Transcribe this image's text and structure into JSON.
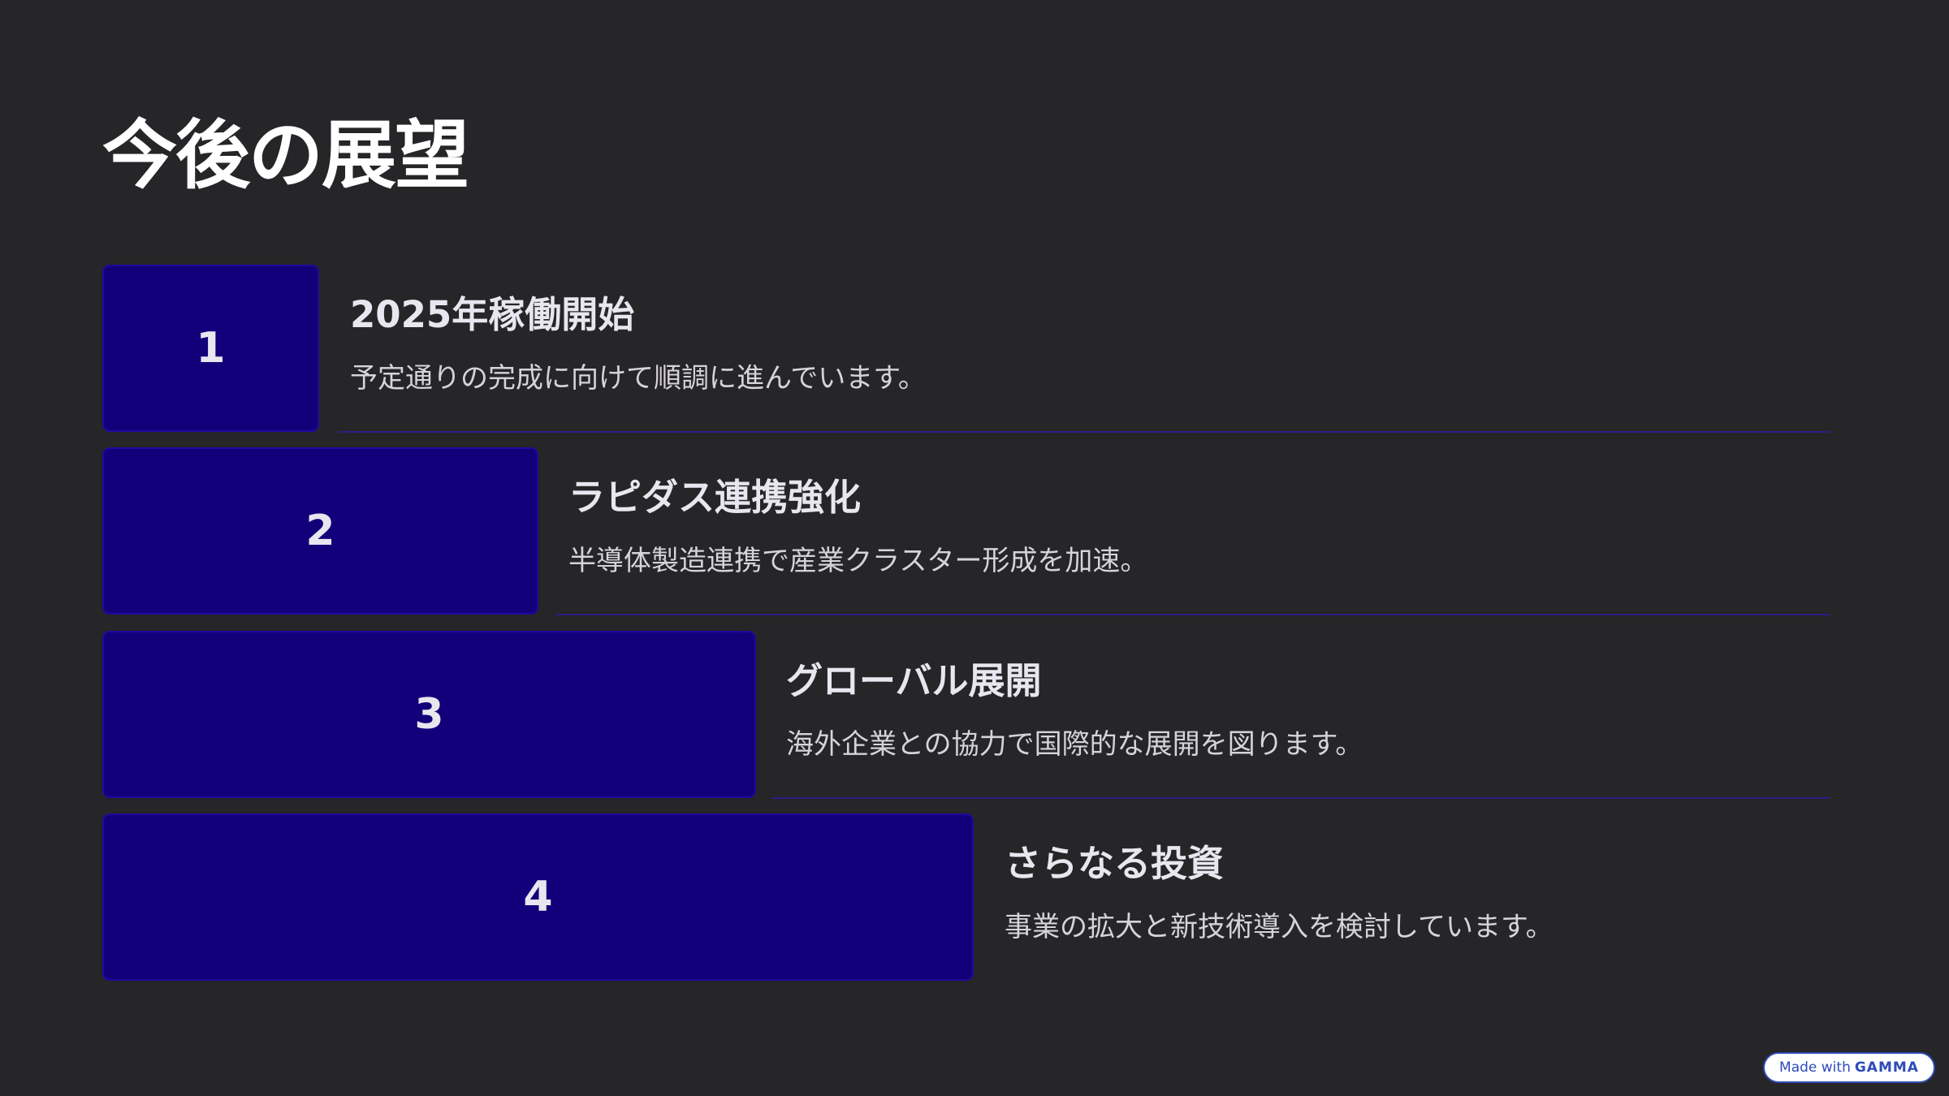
{
  "slide": {
    "title": "今後の展望"
  },
  "steps": [
    {
      "number": "1",
      "title": "2025年稼働開始",
      "description": "予定通りの完成に向けて順調に進んでいます。"
    },
    {
      "number": "2",
      "title": "ラピダス連携強化",
      "description": "半導体製造連携で産業クラスター形成を加速。"
    },
    {
      "number": "3",
      "title": "グローバル展開",
      "description": "海外企業との協力で国際的な展開を図ります。"
    },
    {
      "number": "4",
      "title": "さらなる投資",
      "description": "事業の拡大と新技術導入を検討しています。"
    }
  ],
  "badge": {
    "prefix": "Made with",
    "brand": "GAMMA"
  },
  "colors": {
    "background": "#262527",
    "step_box": "#12007a",
    "divider": "#2a1e86",
    "badge_accent": "#2d4bb8"
  }
}
